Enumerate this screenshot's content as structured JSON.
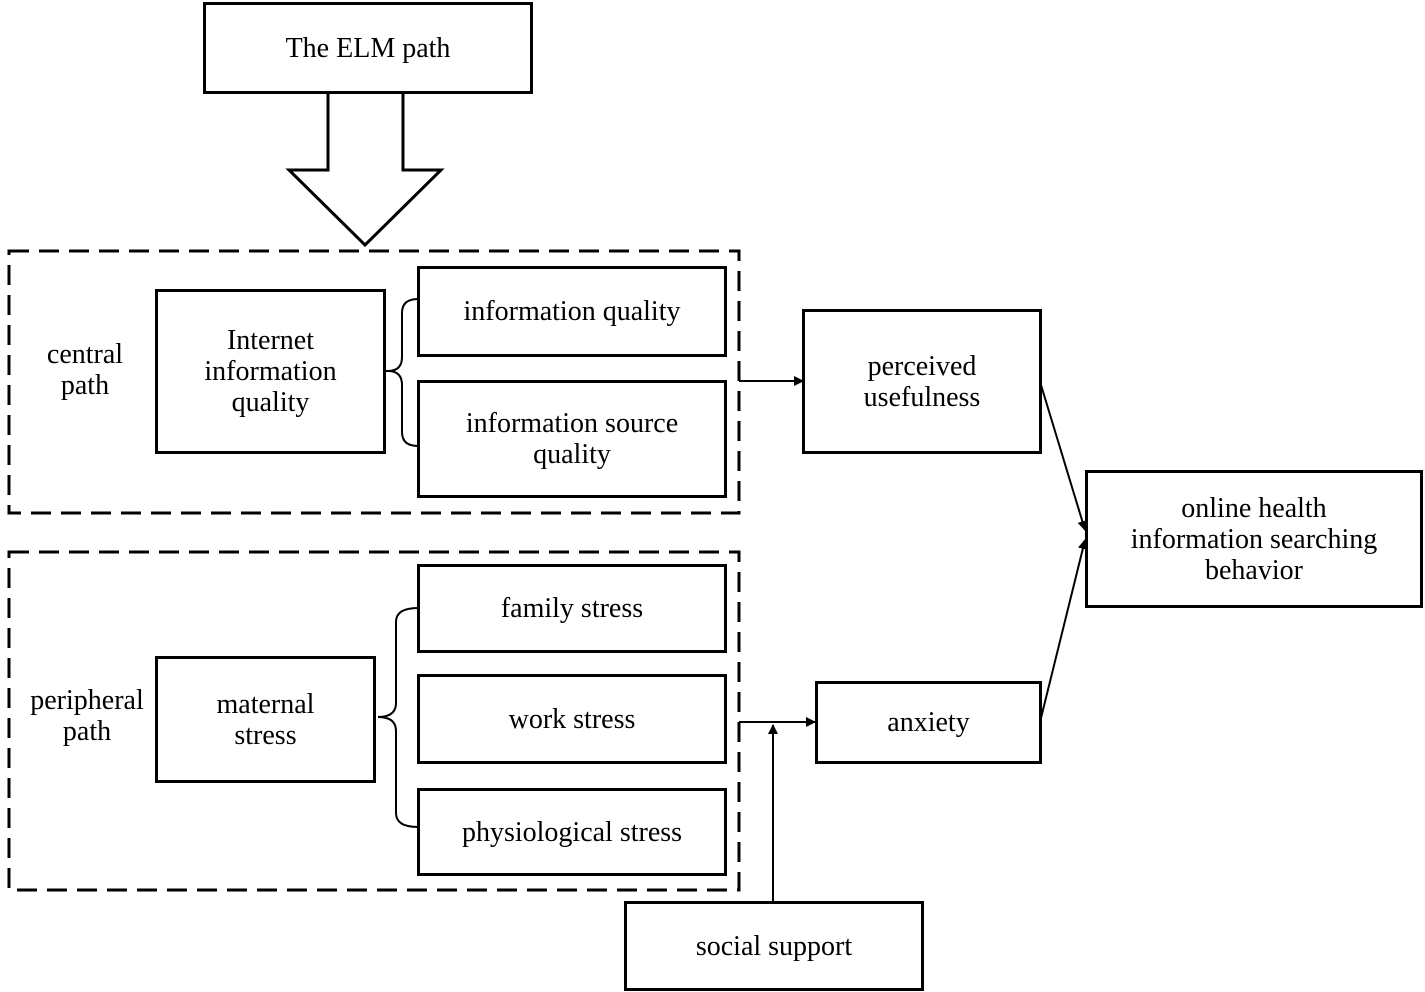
{
  "title_box": "The ELM path",
  "central_group": {
    "label": "central\npath",
    "source": "Internet\ninformation\nquality",
    "items": [
      "information quality",
      "information source\nquality"
    ]
  },
  "peripheral_group": {
    "label": "peripheral\npath",
    "source": "maternal\nstress",
    "items": [
      "family stress",
      "work stress",
      "physiological stress"
    ]
  },
  "mediators": {
    "perceived_usefulness": "perceived\nusefulness",
    "anxiety": "anxiety"
  },
  "outcome": "online health\ninformation searching\nbehavior",
  "moderator": "social support"
}
